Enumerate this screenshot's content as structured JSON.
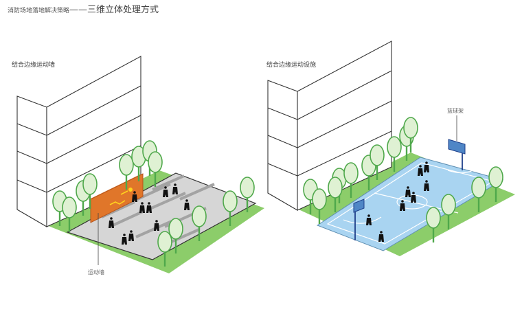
{
  "header": {
    "title_prefix": "消防场地落地解决策略",
    "title_separator": "——",
    "title_main": "三维立体处理方式"
  },
  "panels": [
    {
      "label": "结合边缘运动墙",
      "callout": "运动墙"
    },
    {
      "label": "结合边缘运动设施",
      "callout": "篮球架"
    }
  ],
  "colors": {
    "grass": "#8ccd6a",
    "plaza": "#d6d6d6",
    "sport_wall": "#e0762a",
    "court": "#a9d4f1",
    "court_lines": "#ffffff",
    "tree_fill": "#dff1d3",
    "tree_stroke": "#4fa84b"
  }
}
